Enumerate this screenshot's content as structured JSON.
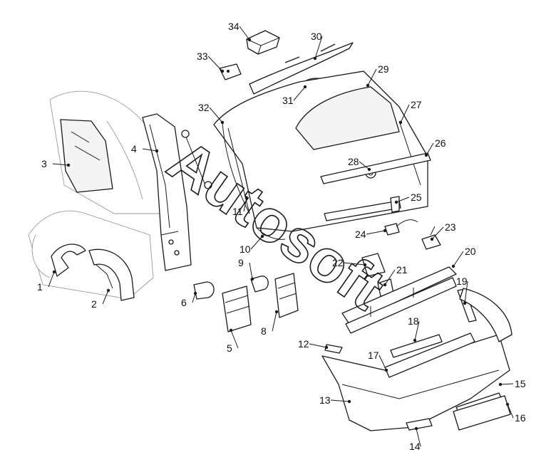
{
  "diagram": {
    "callouts": [
      {
        "label": "1",
        "name": "part-1"
      },
      {
        "label": "2",
        "name": "part-2"
      },
      {
        "label": "3",
        "name": "part-3"
      },
      {
        "label": "4",
        "name": "part-4"
      },
      {
        "label": "5",
        "name": "part-5"
      },
      {
        "label": "6",
        "name": "part-6"
      },
      {
        "label": "8",
        "name": "part-8"
      },
      {
        "label": "9",
        "name": "part-9"
      },
      {
        "label": "10",
        "name": "part-10"
      },
      {
        "label": "11",
        "name": "part-11"
      },
      {
        "label": "12",
        "name": "part-12"
      },
      {
        "label": "13",
        "name": "part-13"
      },
      {
        "label": "14",
        "name": "part-14"
      },
      {
        "label": "15",
        "name": "part-15"
      },
      {
        "label": "16",
        "name": "part-16"
      },
      {
        "label": "17",
        "name": "part-17"
      },
      {
        "label": "18",
        "name": "part-18"
      },
      {
        "label": "19",
        "name": "part-19"
      },
      {
        "label": "20",
        "name": "part-20"
      },
      {
        "label": "21",
        "name": "part-21"
      },
      {
        "label": "22",
        "name": "part-22"
      },
      {
        "label": "23",
        "name": "part-23"
      },
      {
        "label": "24",
        "name": "part-24"
      },
      {
        "label": "25",
        "name": "part-25"
      },
      {
        "label": "26",
        "name": "part-26"
      },
      {
        "label": "27",
        "name": "part-27"
      },
      {
        "label": "28",
        "name": "part-28"
      },
      {
        "label": "29",
        "name": "part-29"
      },
      {
        "label": "30",
        "name": "part-30"
      },
      {
        "label": "31",
        "name": "part-31"
      },
      {
        "label": "32",
        "name": "part-32"
      },
      {
        "label": "33",
        "name": "part-33"
      },
      {
        "label": "34",
        "name": "part-34"
      }
    ]
  },
  "watermark": {
    "text": "Autosoft"
  }
}
